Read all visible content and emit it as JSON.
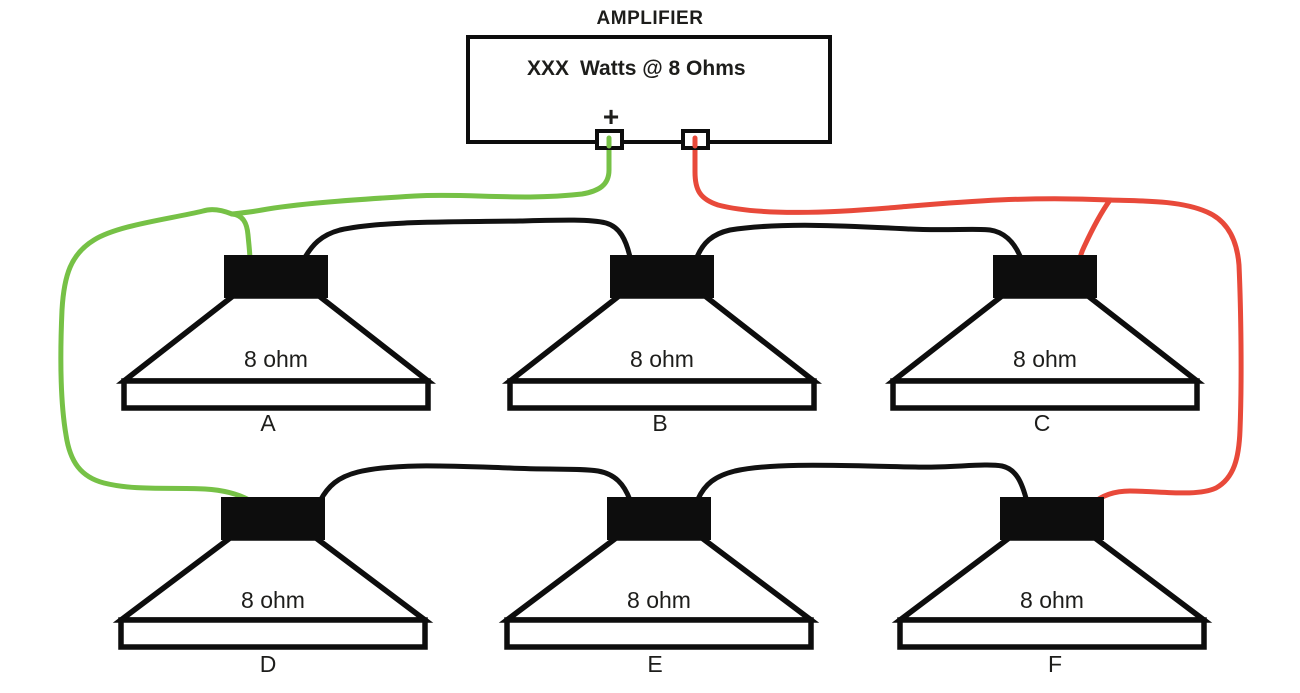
{
  "diagram": {
    "kind": "speaker-wiring-diagram",
    "amplifier": {
      "title": "AMPLIFIER",
      "rating_value": "XXX",
      "rating_text": "Watts @ 8 Ohms",
      "positive_label": "+"
    },
    "speakers": [
      {
        "id": "A",
        "label": "A",
        "impedance": "8 ohm"
      },
      {
        "id": "B",
        "label": "B",
        "impedance": "8 ohm"
      },
      {
        "id": "C",
        "label": "C",
        "impedance": "8 ohm"
      },
      {
        "id": "D",
        "label": "D",
        "impedance": "8 ohm"
      },
      {
        "id": "E",
        "label": "E",
        "impedance": "8 ohm"
      },
      {
        "id": "F",
        "label": "F",
        "impedance": "8 ohm"
      }
    ],
    "connections": {
      "positive": [
        "AMP+ to A",
        "AMP+ to D"
      ],
      "negative": [
        "AMP- to C",
        "AMP- to F"
      ],
      "series": [
        "A to B",
        "B to C",
        "D to E",
        "E to F"
      ]
    },
    "colors": {
      "positive_wire": "#76c146",
      "negative_wire": "#e8493a",
      "series_wire": "#111111",
      "rating_value": "#3c35cc",
      "text": "#1d1d1b"
    }
  }
}
